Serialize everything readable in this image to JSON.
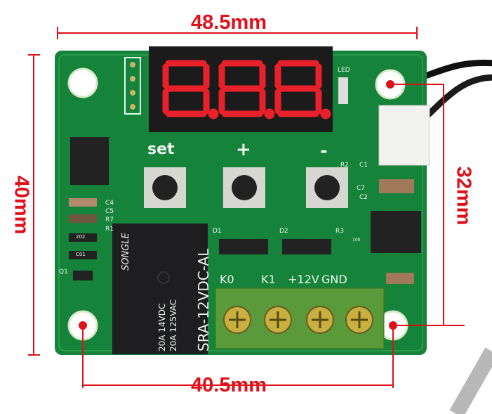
{
  "dimensions": {
    "top_width": "48.5mm",
    "left_height": "40mm",
    "right_hole_spacing": "32mm",
    "bottom_hole_spacing": "40.5mm"
  },
  "board": {
    "button_labels": {
      "set": "set",
      "plus": "+",
      "minus": "-"
    },
    "led_label": "LED",
    "terminal_labels": [
      "K0",
      "K1",
      "+12V",
      "GND"
    ],
    "component_labels": [
      "C4",
      "C5",
      "R7",
      "R1",
      "Q1",
      "D1",
      "D2",
      "R3",
      "R2",
      "C1",
      "C7",
      "C2"
    ],
    "smd_codes": [
      "202",
      "C01",
      "100"
    ]
  },
  "relay": {
    "brand": "SONGLE",
    "model": "SRA-12VDC-AL",
    "rating_dc": "20A 14VDC",
    "rating_ac": "20A 125VAC"
  },
  "colors": {
    "dimension": "#e0101a",
    "pcb": "#15843a",
    "display_digits": "#e8202a"
  }
}
